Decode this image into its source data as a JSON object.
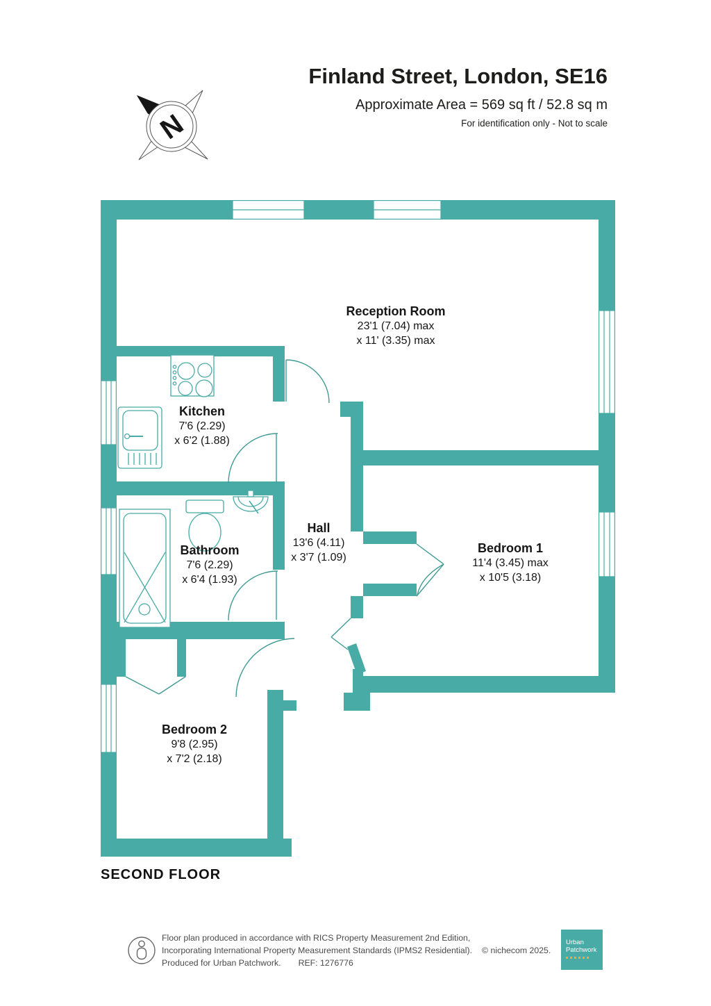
{
  "header": {
    "title": "Finland Street, London, SE16",
    "area": "Approximate Area = 569 sq ft / 52.8 sq m",
    "note": "For identification only - Not to scale"
  },
  "compass": {
    "label": "N"
  },
  "plan": {
    "floor_label": "SECOND FLOOR"
  },
  "rooms": {
    "reception": {
      "name": "Reception Room",
      "dim1": "23'1 (7.04) max",
      "dim2": "x 11' (3.35) max"
    },
    "kitchen": {
      "name": "Kitchen",
      "dim1": "7'6 (2.29)",
      "dim2": "x 6'2 (1.88)"
    },
    "bathroom": {
      "name": "Bathroom",
      "dim1": "7'6 (2.29)",
      "dim2": "x 6'4 (1.93)"
    },
    "hall": {
      "name": "Hall",
      "dim1": "13'6 (4.11)",
      "dim2": "x 3'7 (1.09)"
    },
    "bedroom1": {
      "name": "Bedroom 1",
      "dim1": "11'4 (3.45) max",
      "dim2": "x 10'5 (3.18)"
    },
    "bedroom2": {
      "name": "Bedroom 2",
      "dim1": "9'8 (2.95)",
      "dim2": "x 7'2 (2.18)"
    }
  },
  "footer": {
    "line1": "Floor plan produced in accordance with RICS Property Measurement 2nd Edition,",
    "line2": "Incorporating International Property Measurement Standards (IPMS2 Residential).",
    "copyright": "© nichecom 2025.",
    "line3": "Produced for Urban Patchwork.",
    "ref": "REF: 1276776",
    "logo": {
      "line1": "Urban",
      "line2": "Patchwork"
    }
  },
  "colors": {
    "wall": "#49ABA5",
    "door_arc": "#3F9A94",
    "accent": "#F0A843",
    "text": "#1A1A1A",
    "footer_text": "#4A4A4A"
  }
}
